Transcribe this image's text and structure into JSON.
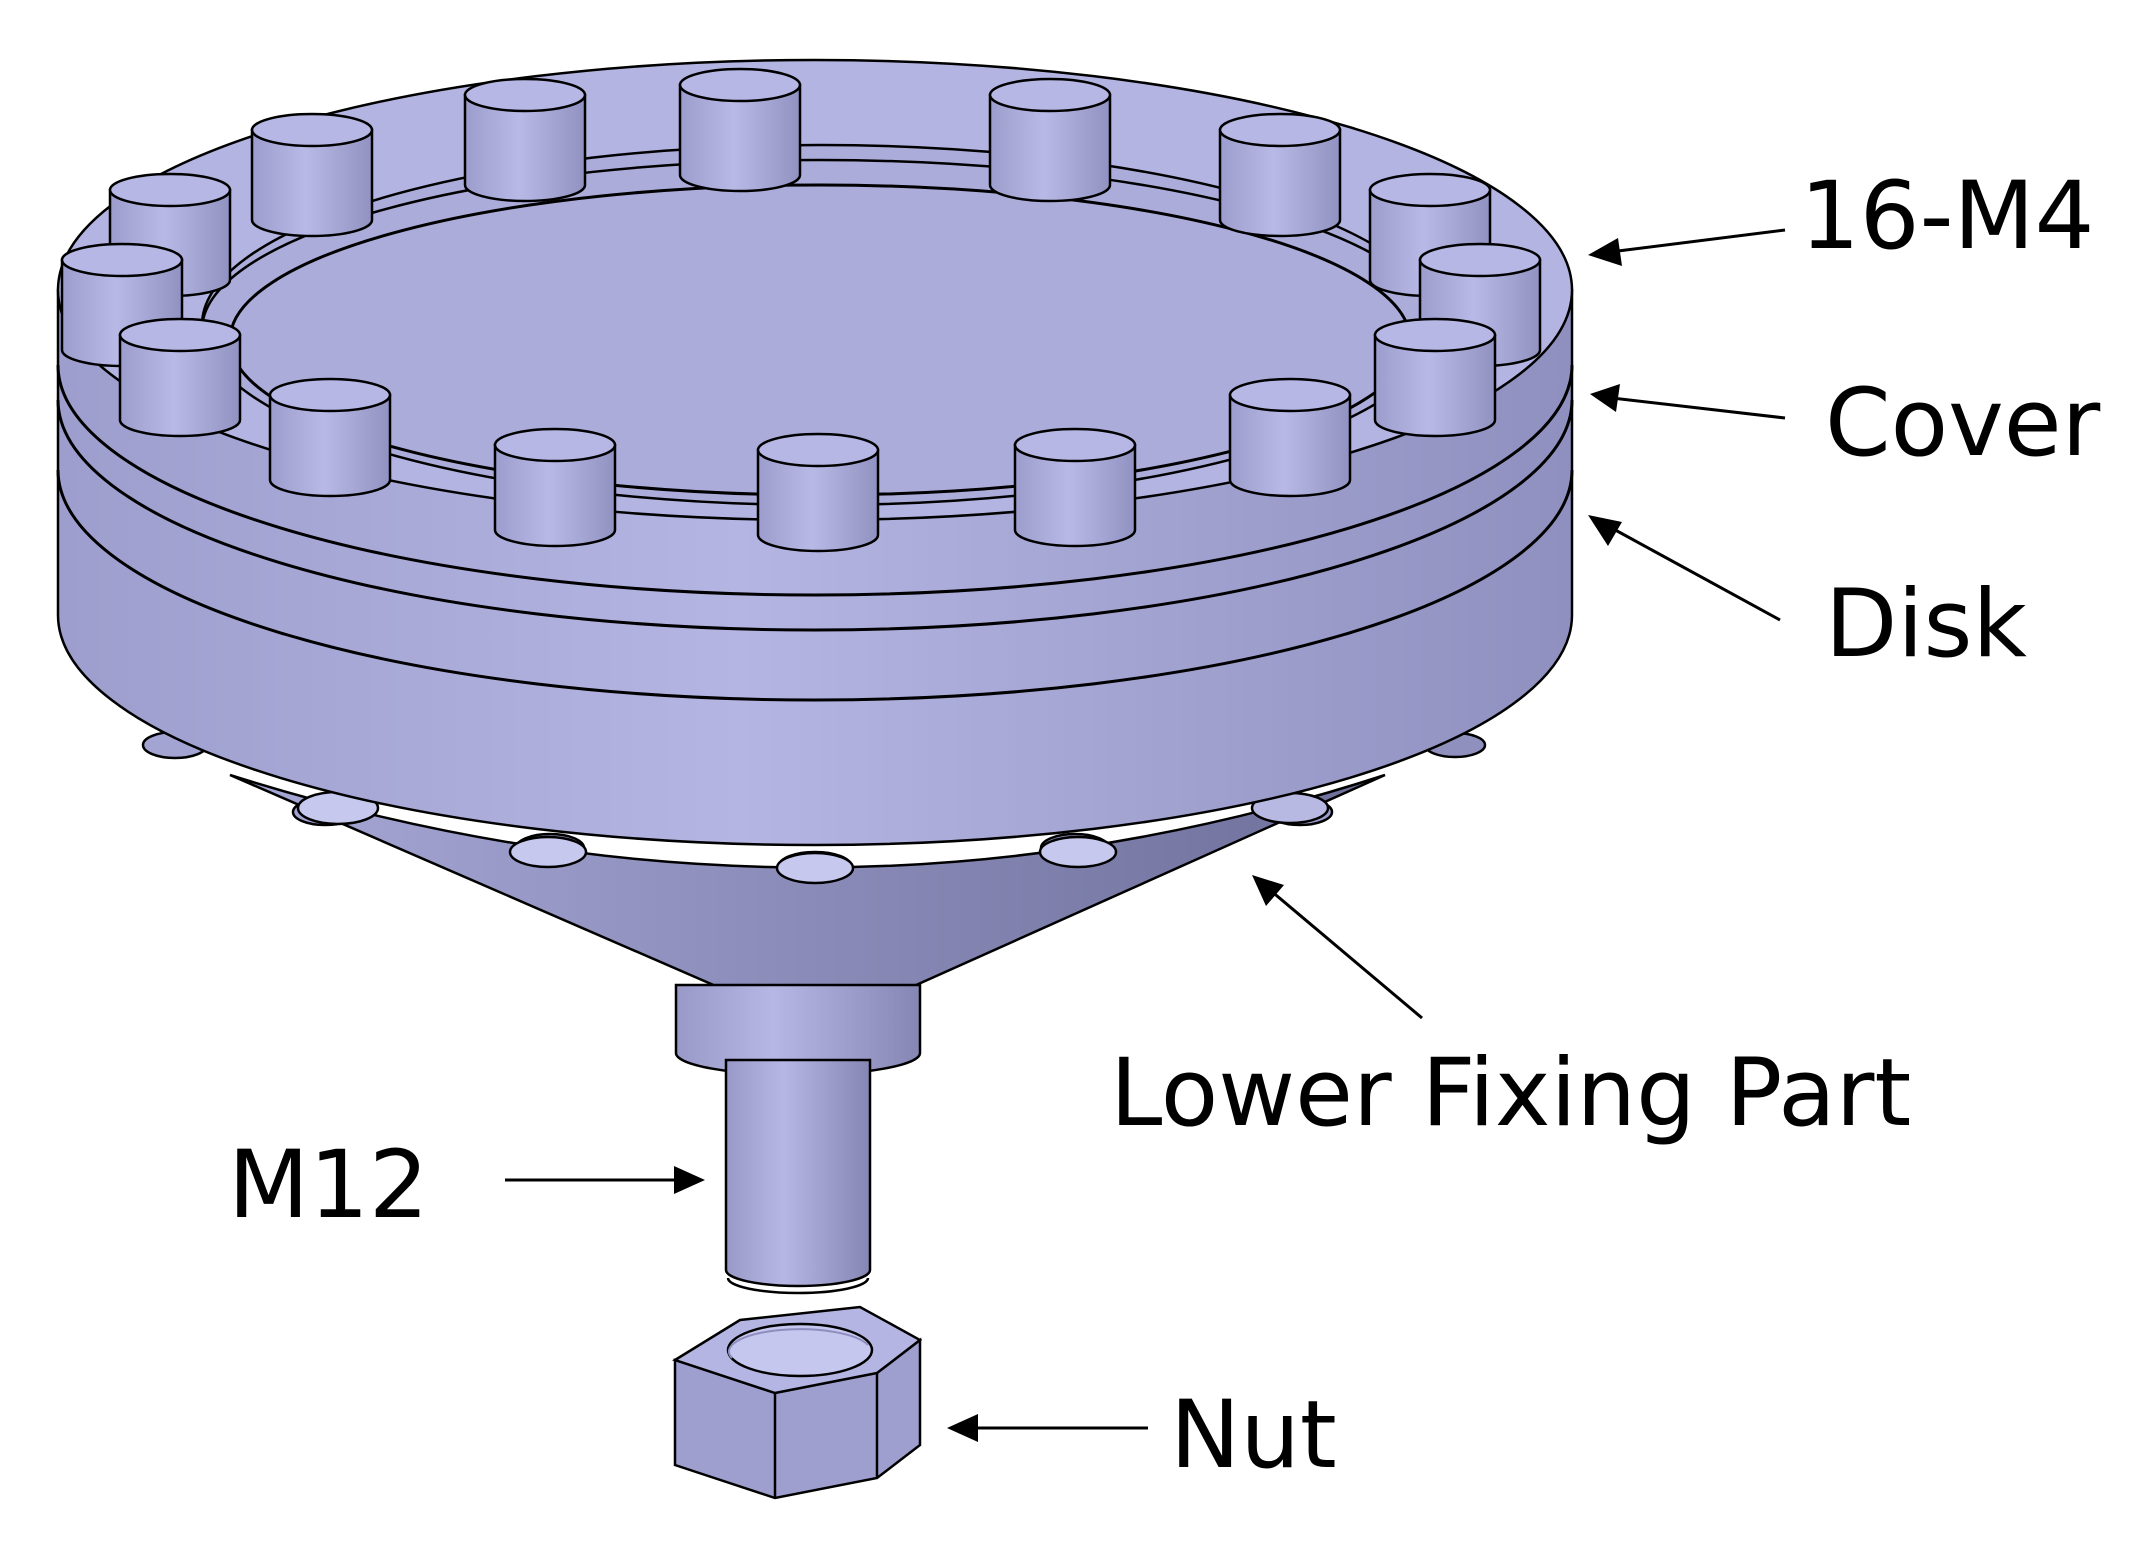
{
  "labels": {
    "bolts": "16-M4",
    "cover": "Cover",
    "disk": "Disk",
    "lower_fixing_part": "Lower Fixing Part",
    "thread": "M12",
    "nut": "Nut"
  },
  "colors": {
    "part_fill": "#b2b3df",
    "part_side": "#a9aad8",
    "part_shade": "#7d7eab",
    "part_dark": "#6f709c",
    "background": "#ffffff",
    "line": "#000000"
  },
  "parts": [
    "cover",
    "disk",
    "lower-fixing-part",
    "m4-bolt",
    "m12-stud",
    "nut"
  ],
  "bolt_count": 16
}
